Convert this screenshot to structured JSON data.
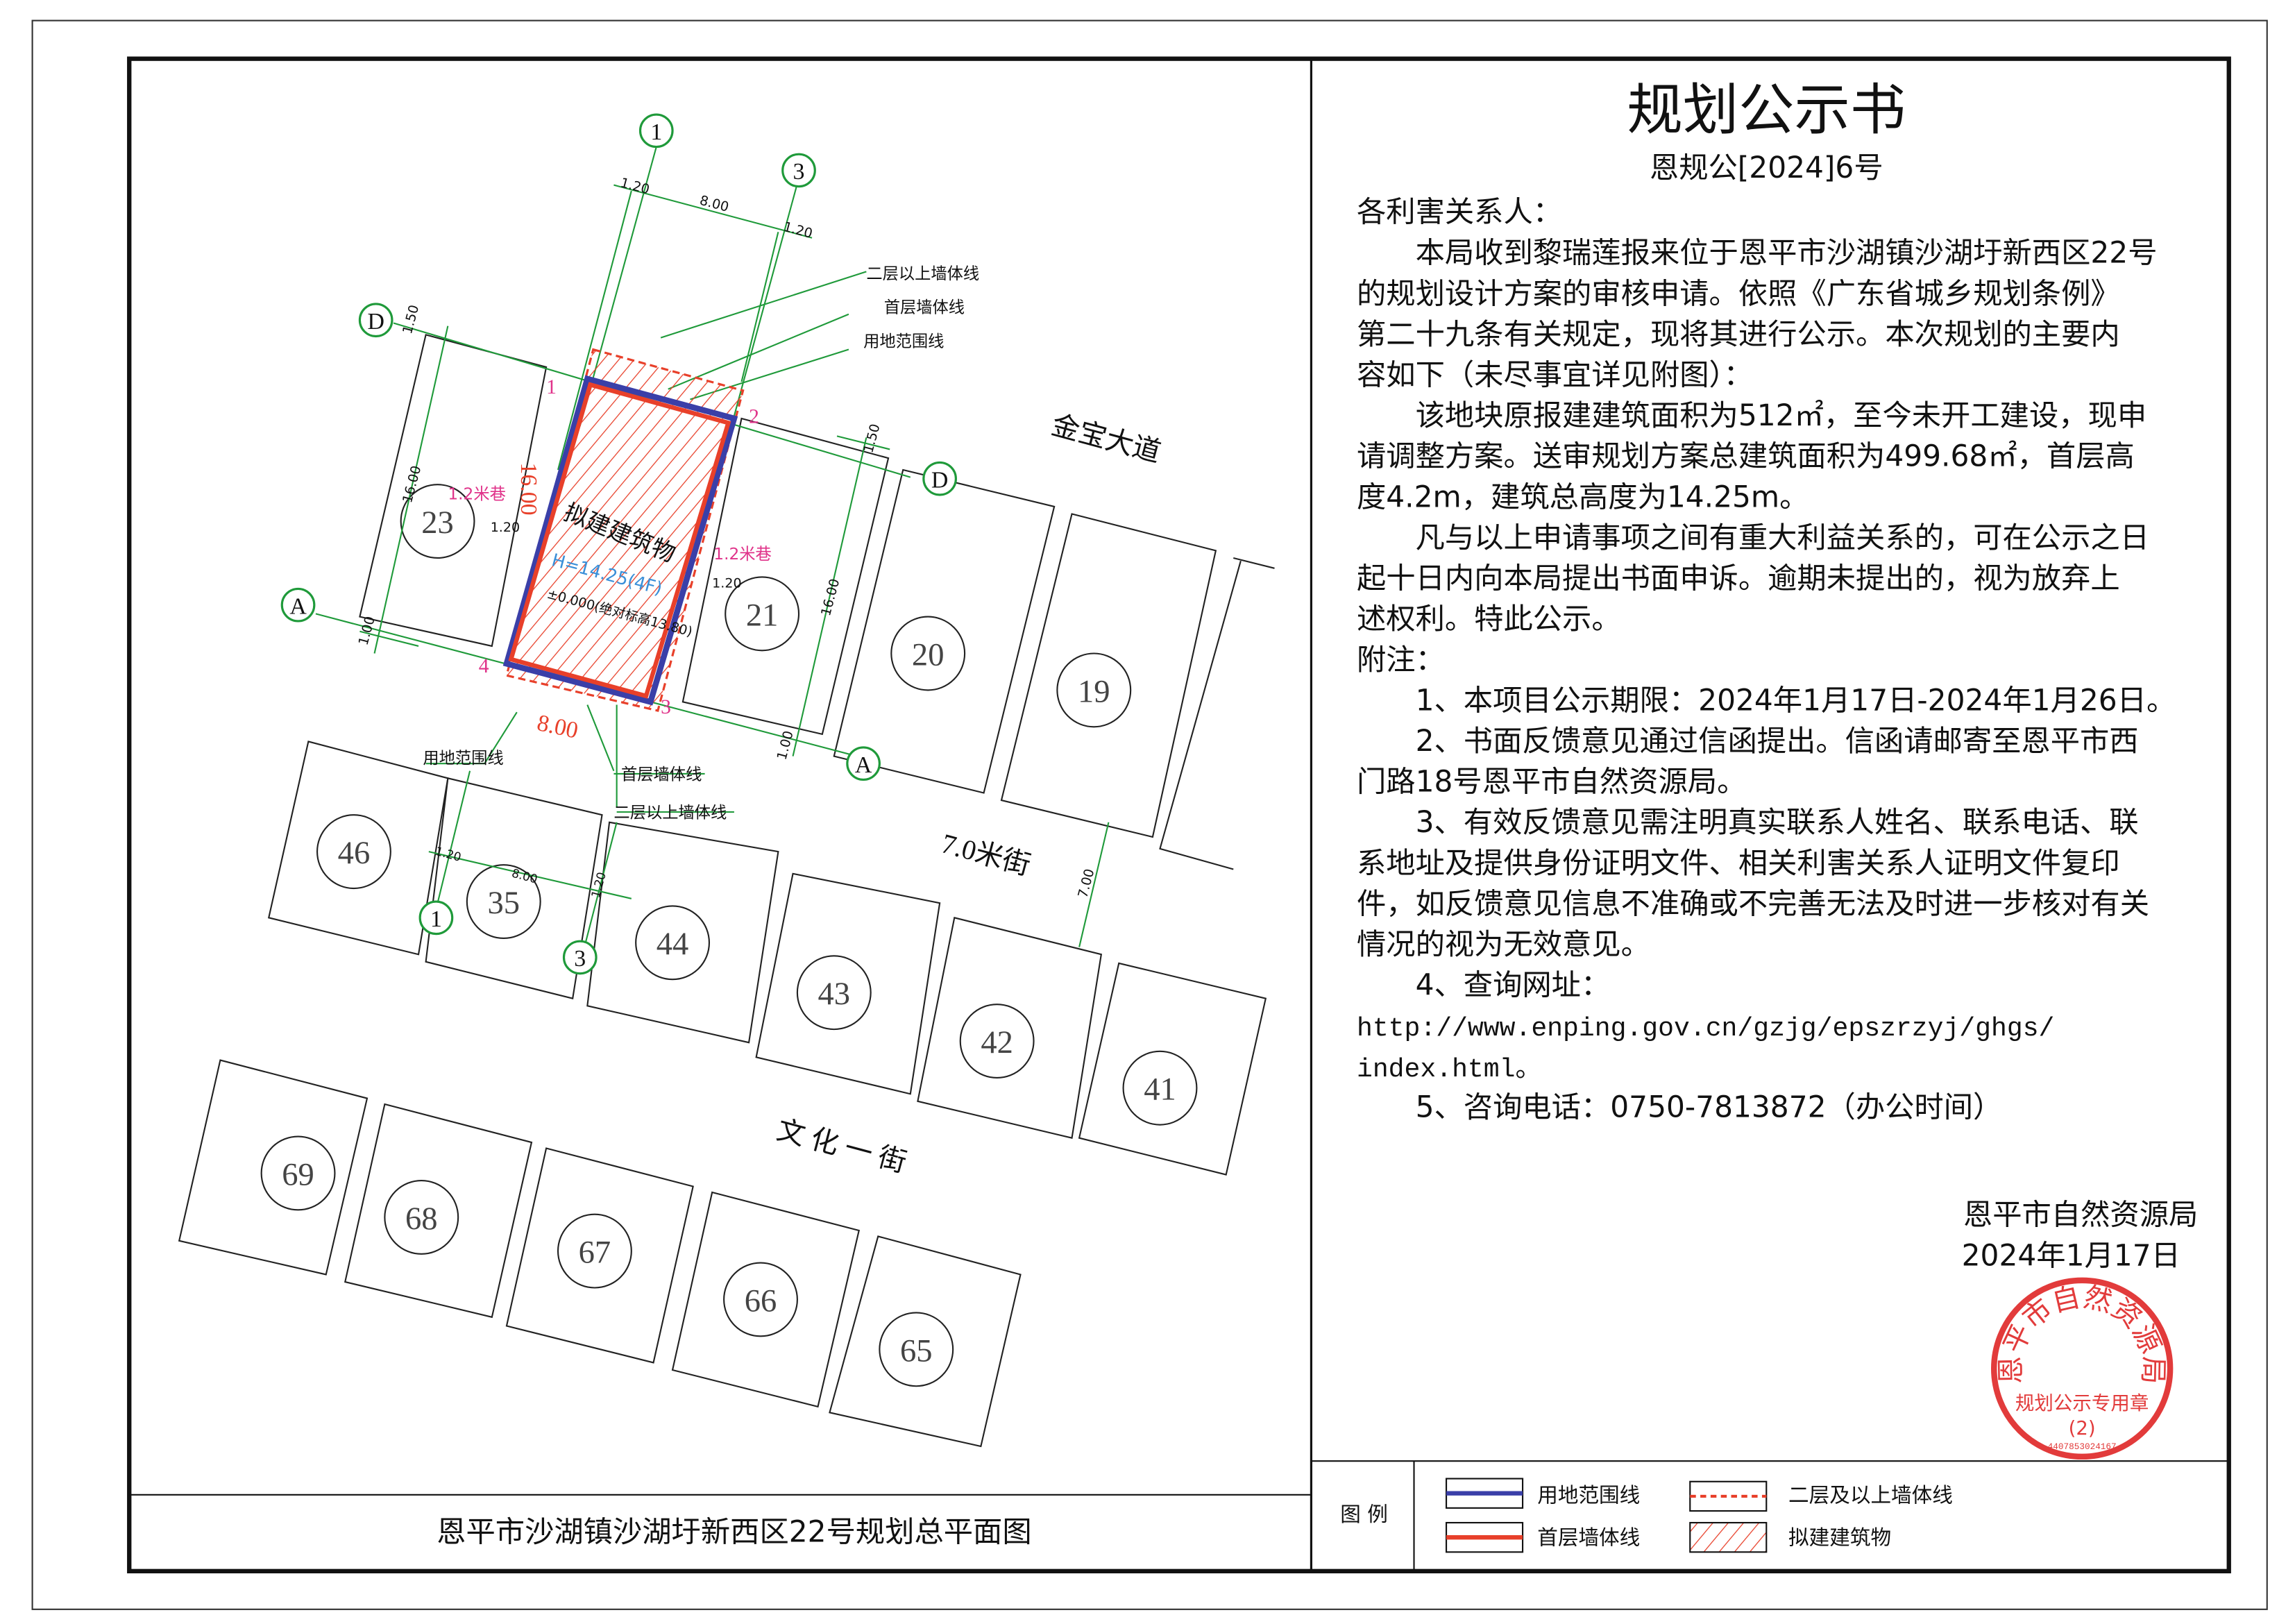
{
  "notice": {
    "title": "规划公示书",
    "doc_number": "恩规公[2024]6号",
    "salutation": "各利害关系人：",
    "paragraph_lines": [
      "　　本局收到黎瑞莲报来位于恩平市沙湖镇沙湖圩新西区22号",
      "的规划设计方案的审核申请。依照《广东省城乡规划条例》",
      "第二十九条有关规定，现将其进行公示。本次规划的主要内",
      "容如下（未尽事宜详见附图）：",
      "　　该地块原报建建筑面积为512㎡，至今未开工建设，现申",
      "请调整方案。送审规划方案总建筑面积为499.68㎡，首层高",
      "度4.2m，建筑总高度为14.25m。",
      "　　凡与以上申请事项之间有重大利益关系的，可在公示之日",
      "起十日内向本局提出书面申诉。逾期未提出的，视为放弃上",
      "述权利。特此公示。",
      "附注：",
      "　　1、本项目公示期限：2024年1月17日-2024年1月26日。",
      "　　2、书面反馈意见通过信函提出。信函请邮寄至恩平市西",
      "门路18号恩平市自然资源局。",
      "　　3、有效反馈意见需注明真实联系人姓名、联系电话、联",
      "系地址及提供身份证明文件、相关利害关系人证明文件复印",
      "件，如反馈意见信息不准确或不完善无法及时进一步核对有关",
      "情况的视为无效意见。",
      "　　4、查询网址：",
      "http://www.enping.gov.cn/gzjg/epszrzyj/ghgs/",
      "index.html。",
      "　　5、咨询电话：0750-7813872（办公时间）"
    ],
    "signature_org": "恩平市自然资源局",
    "signature_date": "2024年1月17日",
    "seal": {
      "text": "恩平市自然资源局",
      "sub": "规划公示专用章",
      "number": "(2)",
      "code": "4407853024167",
      "color": "#e23b3b"
    }
  },
  "legend": {
    "title": "图 例",
    "items": [
      {
        "label": "用地范围线",
        "color": "#3a3fa8"
      },
      {
        "label": "二层及以上墙体线",
        "color": "#e8402a"
      },
      {
        "label": "首层墙体线",
        "color": "#e8402a"
      },
      {
        "label": "拟建建筑物",
        "color": "#e8402a"
      }
    ]
  },
  "plan": {
    "caption": "恩平市沙湖镇沙湖圩新西区22号规划总平面图",
    "roads": [
      "金宝大道",
      "7.0米街",
      "文 化 一 街"
    ],
    "building_label": "拟建建筑物",
    "building_height": "H=14.25(4F)",
    "elevation": "±0.000(绝对标高13.80)",
    "dims": {
      "width": "8.00",
      "length": "16.00",
      "side": "1.20",
      "front": "1.50",
      "back": "1.00",
      "street": "7.00",
      "lane_left": "1.2米巷",
      "lane_right": "1.2米巷",
      "small_width": "8.00"
    },
    "axes": [
      "1",
      "3",
      "D",
      "A"
    ],
    "corners": [
      "1",
      "2",
      "3",
      "4"
    ],
    "callouts": [
      "二层以上墙体线",
      "首层墙体线",
      "用地范围线"
    ],
    "lots": [
      "23",
      "21",
      "20",
      "19",
      "46",
      "35",
      "44",
      "43",
      "42",
      "41",
      "69",
      "68",
      "67",
      "66",
      "65"
    ],
    "grid_color": "#1f9a3a",
    "lane_color": "#e0338a",
    "height_color": "#3a8fd8"
  }
}
